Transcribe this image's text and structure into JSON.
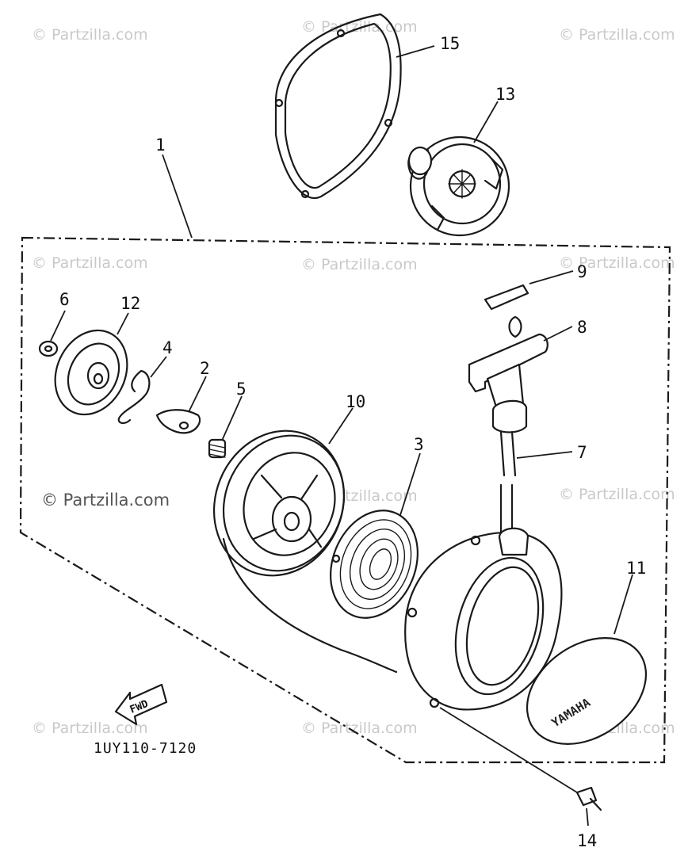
{
  "watermark": {
    "text": "© Partzilla.com",
    "color": "#c9c9c9",
    "prominent_color": "#555555"
  },
  "callouts": {
    "c1": "1",
    "c2": "2",
    "c3": "3",
    "c4": "4",
    "c5": "5",
    "c6": "6",
    "c7": "7",
    "c8": "8",
    "c9": "9",
    "c10": "10",
    "c11": "11",
    "c12": "12",
    "c13": "13",
    "c14": "14",
    "c15": "15"
  },
  "fwd_arrow_label": "FWD",
  "diagram_code": "1UY110-7120",
  "cover_lettering": "YAMAHA"
}
